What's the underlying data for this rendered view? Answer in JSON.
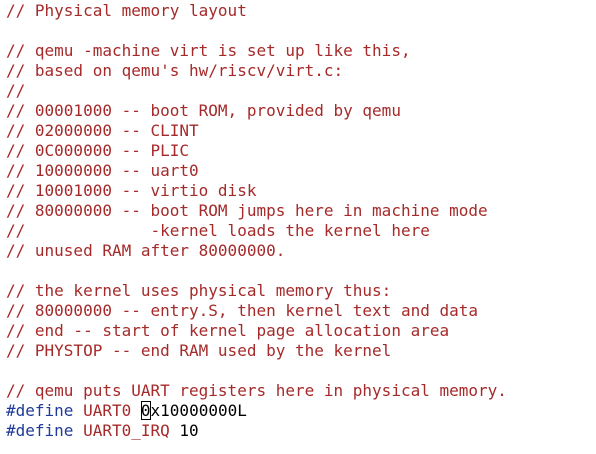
{
  "editor": {
    "comment_color": "#a52a2a",
    "preproc_color": "#1e3a9a",
    "lines": [
      {
        "type": "comment",
        "text": "// Physical memory layout"
      },
      {
        "type": "blank",
        "text": ""
      },
      {
        "type": "comment",
        "text": "// qemu -machine virt is set up like this,"
      },
      {
        "type": "comment",
        "text": "// based on qemu's hw/riscv/virt.c:"
      },
      {
        "type": "comment",
        "text": "//"
      },
      {
        "type": "comment",
        "text": "// 00001000 -- boot ROM, provided by qemu"
      },
      {
        "type": "comment",
        "text": "// 02000000 -- CLINT"
      },
      {
        "type": "comment",
        "text": "// 0C000000 -- PLIC"
      },
      {
        "type": "comment",
        "text": "// 10000000 -- uart0"
      },
      {
        "type": "comment",
        "text": "// 10001000 -- virtio disk"
      },
      {
        "type": "comment",
        "text": "// 80000000 -- boot ROM jumps here in machine mode"
      },
      {
        "type": "comment",
        "text": "//             -kernel loads the kernel here"
      },
      {
        "type": "comment",
        "text": "// unused RAM after 80000000."
      },
      {
        "type": "blank",
        "text": ""
      },
      {
        "type": "comment",
        "text": "// the kernel uses physical memory thus:"
      },
      {
        "type": "comment",
        "text": "// 80000000 -- entry.S, then kernel text and data"
      },
      {
        "type": "comment",
        "text": "// end -- start of kernel page allocation area"
      },
      {
        "type": "comment",
        "text": "// PHYSTOP -- end RAM used by the kernel"
      },
      {
        "type": "blank",
        "text": ""
      },
      {
        "type": "comment",
        "text": "// qemu puts UART registers here in physical memory."
      }
    ],
    "defines": [
      {
        "keyword": "#define",
        "name": "UART0",
        "cursor_char": "0",
        "value_rest": "x10000000L"
      },
      {
        "keyword": "#define",
        "name": "UART0_IRQ",
        "cursor_char": "",
        "value_rest": "10"
      }
    ]
  }
}
